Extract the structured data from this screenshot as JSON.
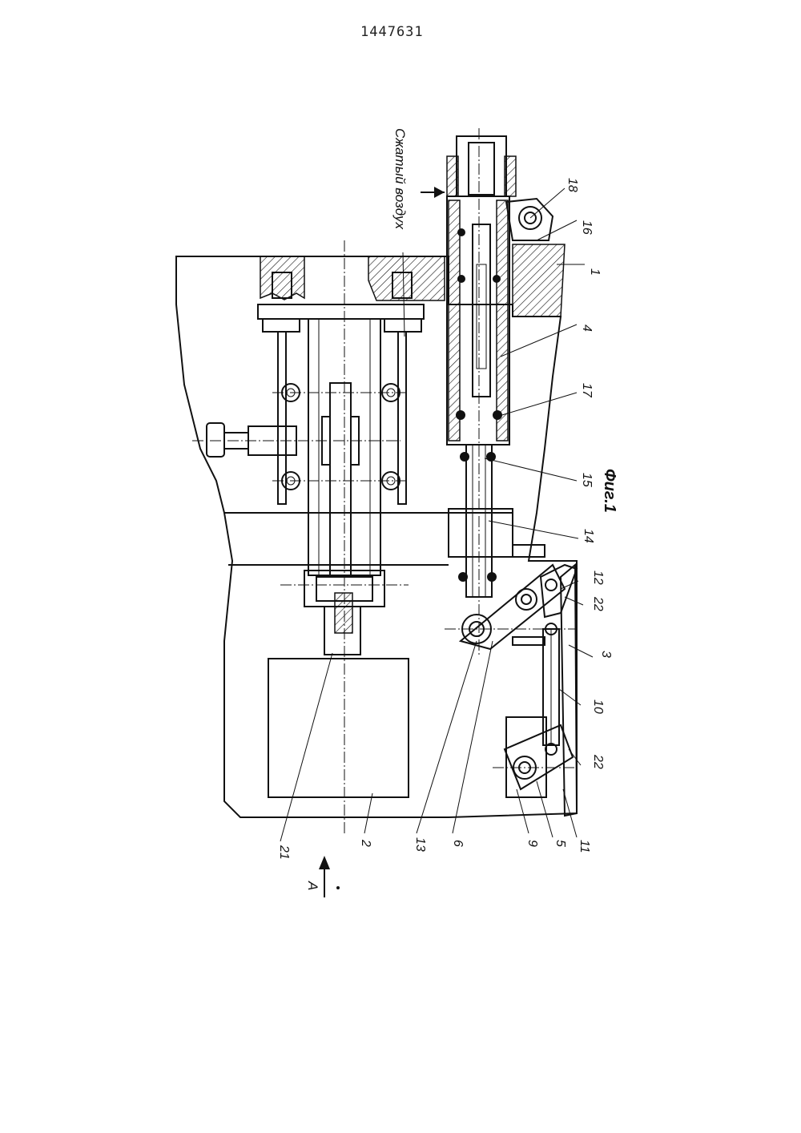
{
  "document": {
    "number": "1447631",
    "figure_caption": "Фиг.1"
  },
  "annotations": {
    "air_label": "Сжатый воздух",
    "view_label": "A"
  },
  "callouts": {
    "c1": "1",
    "c2": "2",
    "c3": "3",
    "c4": "4",
    "c5": "5",
    "c6": "6",
    "c9": "9",
    "c10": "10",
    "c11": "11",
    "c12": "12",
    "c13": "13",
    "c14": "14",
    "c15": "15",
    "c16": "16",
    "c17": "17",
    "c18": "18",
    "c21": "21",
    "c22a": "22",
    "c22b": "22"
  }
}
